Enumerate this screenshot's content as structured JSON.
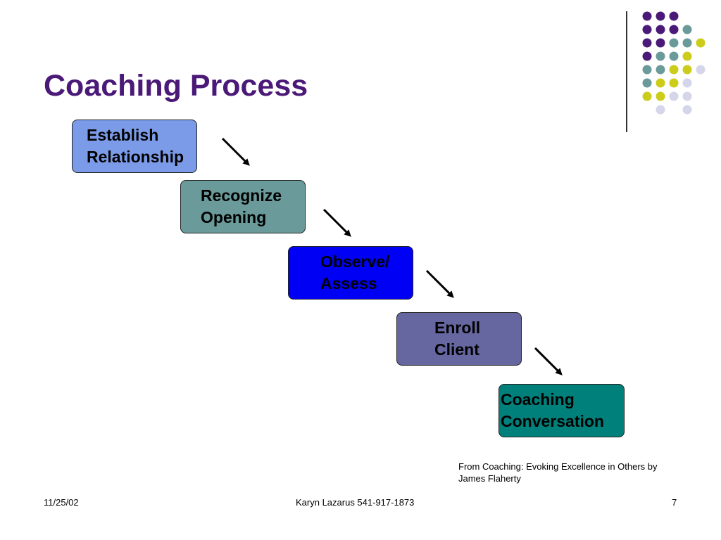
{
  "slide": {
    "title": "Coaching Process",
    "steps": [
      {
        "line1": "Establish",
        "line2": "Relationship",
        "color": "#7b9be8"
      },
      {
        "line1": "Recognize",
        "line2": "Opening",
        "color": "#6a9a9a"
      },
      {
        "line1": "Observe/",
        "line2": "Assess",
        "color": "#0000f5"
      },
      {
        "line1": "Enroll",
        "line2": "Client",
        "color": "#6666a0"
      },
      {
        "line1": "Coaching",
        "line2": "Conversation",
        "color": "#00807a"
      }
    ],
    "citation_line1": "From Coaching:  Evoking Excellence in Others by",
    "citation_line2": "James Flaherty"
  },
  "footer": {
    "date": "11/25/02",
    "author": "Karyn Lazarus 541-917-1873",
    "page_number": "7"
  },
  "theme_colors": {
    "purple": "#4b1a78",
    "teal": "#6a9a9a",
    "yellow": "#cccc1a",
    "lavender": "#d6d6ea"
  }
}
